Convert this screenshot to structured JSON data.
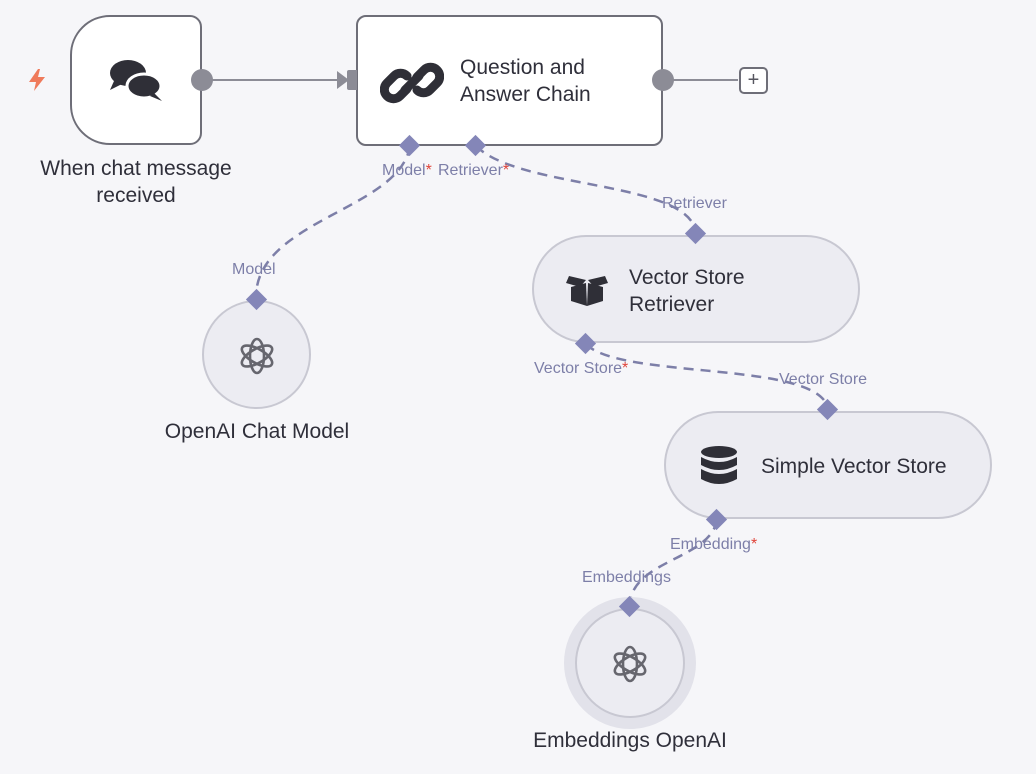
{
  "nodes": {
    "trigger": {
      "label": "When chat message received",
      "line1": "When chat message",
      "line2": "received"
    },
    "qa_chain": {
      "line1": "Question and",
      "line2": "Answer Chain"
    },
    "chat_model": {
      "label": "OpenAI Chat Model"
    },
    "retriever": {
      "line1": "Vector Store",
      "line2": "Retriever"
    },
    "vector_store": {
      "label": "Simple Vector Store"
    },
    "embeddings": {
      "label": "Embeddings OpenAI"
    }
  },
  "ports": {
    "qa_model": "Model",
    "qa_retriever": "Retriever",
    "chat_model_out": "Model",
    "retriever_in": "Retriever",
    "retriever_vector_store": "Vector Store",
    "vector_store_in": "Vector Store",
    "vector_store_embedding": "Embedding",
    "embeddings_out": "Embeddings"
  },
  "required_marker": "*",
  "add_button": "+",
  "icons": {
    "trigger": "chat-bubbles-icon",
    "qa_chain": "link-chain-icon",
    "chat_model": "openai-icon",
    "retriever": "open-box-icon",
    "vector_store": "database-icon",
    "embeddings": "openai-icon",
    "trigger_badge": "lightning-bolt-icon"
  },
  "colors": {
    "canvas": "#f6f6f9",
    "node_border": "#6e6e78",
    "port": "#8486b8",
    "connection": "#7d7fa8",
    "required": "#e0443a",
    "trigger_badge": "#ef7a5b"
  }
}
